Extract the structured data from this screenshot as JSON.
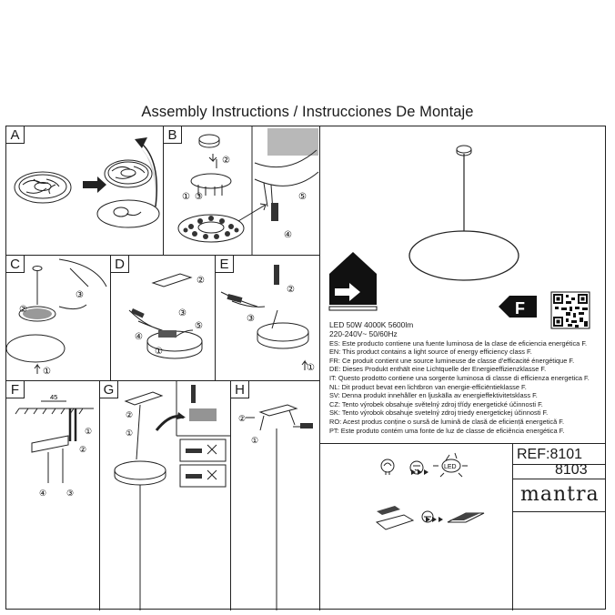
{
  "page": {
    "title": "Assembly Instructions / Instrucciones De Montaje"
  },
  "panels": {
    "a": "A",
    "b": "B",
    "c": "C",
    "d": "D",
    "e": "E",
    "f": "F",
    "g": "G",
    "h": "H"
  },
  "steps": {
    "n1": "①",
    "n2": "②",
    "n3": "③",
    "n4": "④",
    "n5": "⑤"
  },
  "dimension": "45",
  "product": {
    "energy_class": "F",
    "spec_line1": "LED 50W 4000K 5600lm",
    "spec_line2": "220-240V~ 50/60Hz",
    "notices": [
      "ES: Este producto contiene una fuente luminosa de la clase de eficiencia energética F.",
      "EN: This product contains a light source of energy efficiency class F.",
      "FR: Ce produit contient une source lumineuse de classe d'efficacité énergétique F.",
      "DE: Dieses Produkt enthält eine Lichtquelle der Energieeffizienzklasse F.",
      "IT: Questo prodotto contiene una sorgente luminosa di classe di efficienza energetica F.",
      "NL: Dit product bevat een lichtbron van energie-efficiëntieklasse F.",
      "SV: Denna produkt innehåller en ljuskälla av energieffektivitetsklass F.",
      "CZ: Tento výrobek obsahuje světelný zdroj třídy energetické účinnosti F.",
      "SK: Tento výrobok obsahuje svetelný zdroj triedy energetickej účinnosti F.",
      "RO: Acest produs conține o sursă de lumină de clasă de eficiență energetică F.",
      "PT: Este produto contém uma fonte de luz de classe de eficiência energética F."
    ],
    "led_label": "LED"
  },
  "ref": {
    "line1": "REF:8101",
    "line2": "8103"
  },
  "brand": "mantra",
  "colors": {
    "ink": "#1a1a1a",
    "frame": "#222222"
  }
}
